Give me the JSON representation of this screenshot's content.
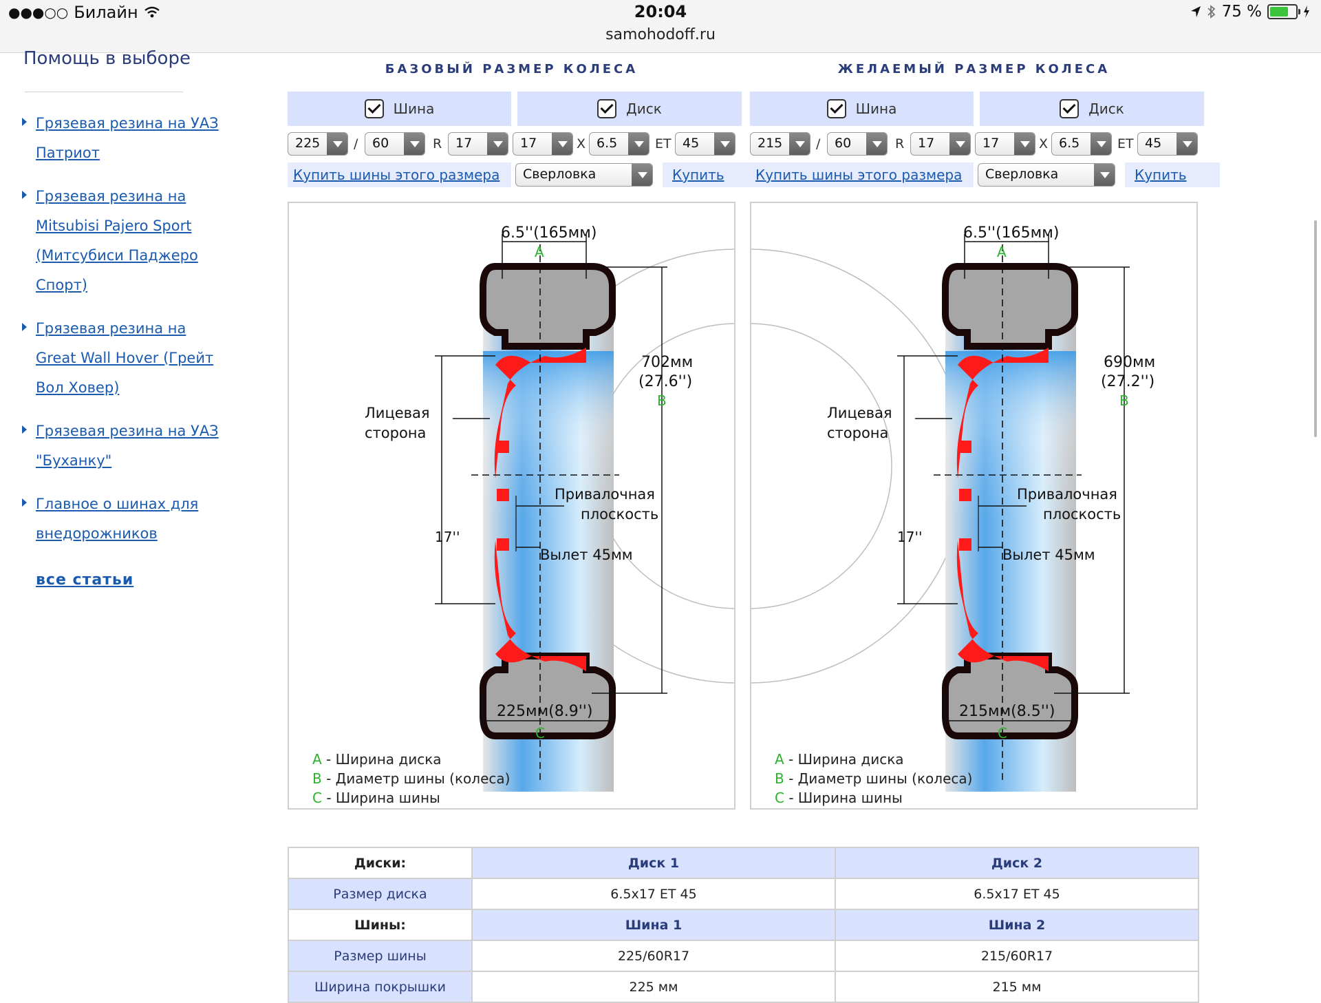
{
  "status": {
    "carrier": "Билайн",
    "time": "20:04",
    "url": "samohodoff.ru",
    "battery": "75 %",
    "battery_level": 0.75
  },
  "sidebar": {
    "title": "Помощь в выборе",
    "links": [
      "Грязевая резина на УАЗ Патриот",
      "Грязевая резина на Mitsubisi Pajero Sport (Митсубиси Паджеро Спорт)",
      "Грязевая резина на Great Wall Hover (Грейт Вол Ховер)",
      "Грязевая резина на УАЗ \"Буханку\"",
      "Главное о шинах для внедорожников"
    ],
    "all_articles": "все статьи"
  },
  "panels": [
    {
      "heading": "БАЗОВЫЙ РАЗМЕР КОЛЕСА",
      "tire_tab": "Шина",
      "disc_tab": "Диск",
      "tire_width": "225",
      "tire_profile": "60",
      "tire_r": "17",
      "disc_d": "17",
      "disc_w": "6.5",
      "et": "45",
      "buy_tires": "Купить шины этого размера",
      "bolt_pattern": "Сверловка",
      "buy": "Купить",
      "dim_a": "6.5''(165мм)",
      "dim_b1": "702мм",
      "dim_b2": "(27.6'')",
      "dim_c": "225мм(8.9'')",
      "diam": "17''",
      "face1": "Лицевая",
      "face2": "сторона",
      "mount1": "Привалочная",
      "mount2": "плоскость",
      "offset": "Вылет 45мм",
      "la": "A",
      "lb": "B",
      "lc": "C",
      "legend": [
        {
          "k": "A",
          "t": " - Ширина диска"
        },
        {
          "k": "B",
          "t": " - Диаметр шины (колеса)"
        },
        {
          "k": "C",
          "t": " - Ширина шины"
        }
      ]
    },
    {
      "heading": "ЖЕЛАЕМЫЙ РАЗМЕР КОЛЕСА",
      "tire_tab": "Шина",
      "disc_tab": "Диск",
      "tire_width": "215",
      "tire_profile": "60",
      "tire_r": "17",
      "disc_d": "17",
      "disc_w": "6.5",
      "et": "45",
      "buy_tires": "Купить шины этого размера",
      "bolt_pattern": "Сверловка",
      "buy": "Купить",
      "dim_a": "6.5''(165мм)",
      "dim_b1": "690мм",
      "dim_b2": "(27.2'')",
      "dim_c": "215мм(8.5'')",
      "diam": "17''",
      "face1": "Лицевая",
      "face2": "сторона",
      "mount1": "Привалочная",
      "mount2": "плоскость",
      "offset": "Вылет 45мм",
      "la": "A",
      "lb": "B",
      "lc": "C",
      "legend": [
        {
          "k": "A",
          "t": " - Ширина диска"
        },
        {
          "k": "B",
          "t": " - Диаметр шины (колеса)"
        },
        {
          "k": "C",
          "t": " - Ширина шины"
        }
      ]
    }
  ],
  "separators": {
    "slash": "/",
    "r": "R",
    "x": "X",
    "et": "ET"
  },
  "table": {
    "rows": [
      {
        "label": "Диски:",
        "a": "Диск 1",
        "b": "Диск 2",
        "type": "head"
      },
      {
        "label": "Размер диска",
        "a": "6.5x17 ET 45",
        "b": "6.5x17 ET 45",
        "type": "data"
      },
      {
        "label": "Шины:",
        "a": "Шина 1",
        "b": "Шина 2",
        "type": "head"
      },
      {
        "label": "Размер шины",
        "a": "225/60R17",
        "b": "215/60R17",
        "type": "data"
      },
      {
        "label": "Ширина покрышки",
        "a": "225 мм",
        "b": "215 мм",
        "type": "data"
      }
    ]
  }
}
